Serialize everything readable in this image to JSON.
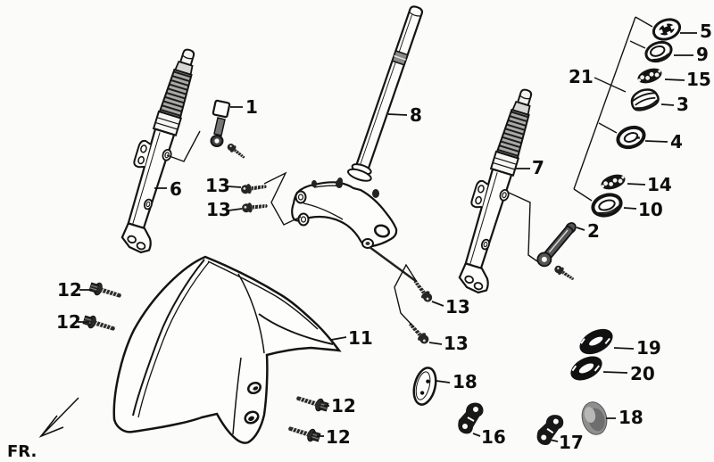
{
  "figure": {
    "description": "Exploded parts diagram: front fork legs, steering stem, steering bearings and front fender",
    "colors": {
      "background": "#fbfbfa",
      "line": "#141414",
      "dark_fill": "#181818",
      "gray_fill": "#8f8f8f"
    },
    "fr_marker": {
      "text": "FR."
    },
    "callouts": [
      {
        "text": "1"
      },
      {
        "text": "6"
      },
      {
        "text": "13"
      },
      {
        "text": "13"
      },
      {
        "text": "8"
      },
      {
        "text": "7"
      },
      {
        "text": "21"
      },
      {
        "text": "5"
      },
      {
        "text": "9"
      },
      {
        "text": "15"
      },
      {
        "text": "3"
      },
      {
        "text": "4"
      },
      {
        "text": "14"
      },
      {
        "text": "10"
      },
      {
        "text": "2"
      },
      {
        "text": "11"
      },
      {
        "text": "12"
      },
      {
        "text": "12"
      },
      {
        "text": "12"
      },
      {
        "text": "12"
      },
      {
        "text": "13"
      },
      {
        "text": "13"
      },
      {
        "text": "18"
      },
      {
        "text": "16"
      },
      {
        "text": "17"
      },
      {
        "text": "18"
      },
      {
        "text": "19"
      },
      {
        "text": "20"
      }
    ]
  }
}
